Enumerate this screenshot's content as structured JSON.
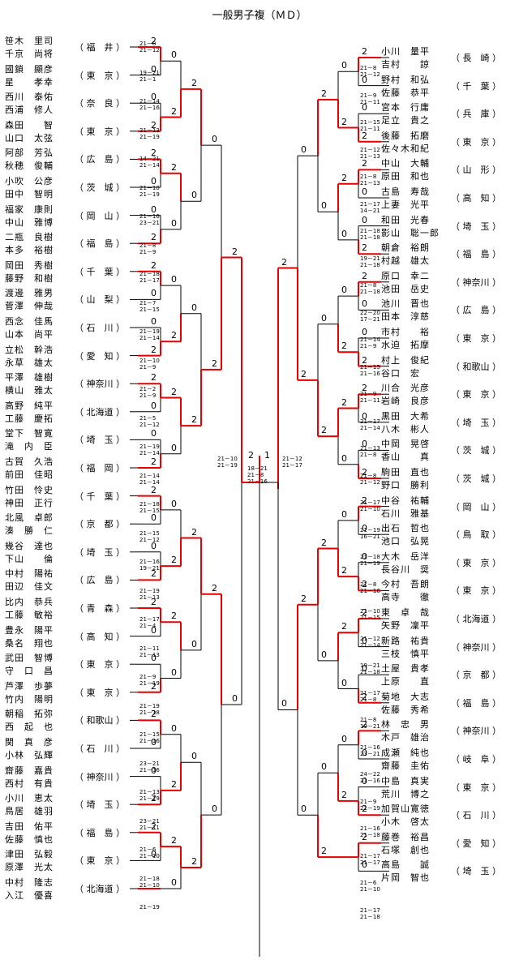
{
  "title": "一般男子複（ＭＤ）",
  "left_teams": [
    {
      "p1": "笹木　里司",
      "p2": "千京　尚将",
      "pref": "福　井"
    },
    {
      "p1": "國鎖　顯彦",
      "p2": "星　　孝幸",
      "pref": "東　京"
    },
    {
      "p1": "西川　泰佑",
      "p2": "西浦　修人",
      "pref": "奈　良"
    },
    {
      "p1": "森田　　智",
      "p2": "山口　太弦",
      "pref": "東　京"
    },
    {
      "p1": "阿部　芳弘",
      "p2": "秋穂　俊輔",
      "pref": "広　島"
    },
    {
      "p1": "小吹　公彦",
      "p2": "田中　智明",
      "pref": "茨　城"
    },
    {
      "p1": "福家　康則",
      "p2": "中山　雅博",
      "pref": "岡　山"
    },
    {
      "p1": "二瓶　良樹",
      "p2": "本多　裕樹",
      "pref": "福　島"
    },
    {
      "p1": "岡田　秀樹",
      "p2": "藤野　和樹",
      "pref": "千　葉"
    },
    {
      "p1": "渡邊　雅男",
      "p2": "菅澤　伸哉",
      "pref": "山　梨"
    },
    {
      "p1": "西念　佳馬",
      "p2": "山本　尚平",
      "pref": "石　川"
    },
    {
      "p1": "立松　幹浩",
      "p2": "永草　雄太",
      "pref": "愛　知"
    },
    {
      "p1": "平澤　雄樹",
      "p2": "横山　雅太",
      "pref": "神奈川"
    },
    {
      "p1": "高野　純平",
      "p2": "工藤　慶拓",
      "pref": "北海道"
    },
    {
      "p1": "堂下　智寛",
      "p2": "滝　内　臣",
      "pref": "埼　玉"
    },
    {
      "p1": "古賀　久浩",
      "p2": "前田　佳昭",
      "pref": "福　岡"
    },
    {
      "p1": "竹田　怜史",
      "p2": "神田　正行",
      "pref": "千　葉"
    },
    {
      "p1": "北風　卓郎",
      "p2": "湊　勝　仁",
      "pref": "京　都"
    },
    {
      "p1": "幾谷　達也",
      "p2": "下山　　倫",
      "pref": "埼　玉"
    },
    {
      "p1": "中村　陽祐",
      "p2": "田辺　佳文",
      "pref": "広　島"
    },
    {
      "p1": "比内　恭兵",
      "p2": "工藤　敏裕",
      "pref": "青　森"
    },
    {
      "p1": "豊永　陽平",
      "p2": "桑名　翔也",
      "pref": "高　知"
    },
    {
      "p1": "武田　智博",
      "p2": "守　口　昌",
      "pref": "東　京"
    },
    {
      "p1": "芦澤　歩夢",
      "p2": "竹内　陽明",
      "pref": "東　京"
    },
    {
      "p1": "朝稲　拓弥",
      "p2": "西　起　也",
      "pref": "和歌山"
    },
    {
      "p1": "関　真　彦",
      "p2": "小林　弘輝",
      "pref": "石　川"
    },
    {
      "p1": "齋藤　嘉貴",
      "p2": "西村　有貴",
      "pref": "神奈川"
    },
    {
      "p1": "小川　恵太",
      "p2": "鳥居　雄羽",
      "pref": "埼　玉"
    },
    {
      "p1": "吉田　佑平",
      "p2": "佐藤　慎也",
      "pref": "福　島"
    },
    {
      "p1": "津田　弘毅",
      "p2": "原澤　光太",
      "pref": "東　京"
    },
    {
      "p1": "中村　隆志",
      "p2": "入江　優喜",
      "pref": "北海道"
    }
  ],
  "right_teams": [
    {
      "p1": "小川　量平",
      "p2": "吉村　　諒",
      "pref": "長　崎"
    },
    {
      "p1": "野村　和弘",
      "p2": "佐藤　恭平",
      "pref": "千　葉"
    },
    {
      "p1": "宮本　行庸",
      "p2": "足立　貴之",
      "pref": "兵　庫"
    },
    {
      "p1": "後藤　拓磨",
      "p2": "佐々木和紀",
      "pref": "東　京"
    },
    {
      "p1": "中山　大輔",
      "p2": "原田　和也",
      "pref": "山　形"
    },
    {
      "p1": "古島　寿哉",
      "p2": "上妻　光平",
      "pref": "高　知"
    },
    {
      "p1": "和田　光春",
      "p2": "影山　聡一郎",
      "pref": "埼　玉"
    },
    {
      "p1": "朝倉　裕朗",
      "p2": "村越　雄太",
      "pref": "福　島"
    },
    {
      "p1": "原口　幸二",
      "p2": "池田　岳史",
      "pref": "神奈川"
    },
    {
      "p1": "池川　晋也",
      "p2": "田本　淳慈",
      "pref": "広　島"
    },
    {
      "p1": "市村　　裕",
      "p2": "水迫　拓摩",
      "pref": "東　京"
    },
    {
      "p1": "村上　俊紀",
      "p2": "谷口　宏",
      "pref": "和歌山"
    },
    {
      "p1": "川合　光彦",
      "p2": "岩崎　良彦",
      "pref": "東　京"
    },
    {
      "p1": "黒田　大希",
      "p2": "八木　彬人",
      "pref": "埼　玉"
    },
    {
      "p1": "中岡　晃啓",
      "p2": "香山　　真",
      "pref": "茨　城"
    },
    {
      "p1": "駒田　直也",
      "p2": "野口　勝利",
      "pref": "茨　城"
    },
    {
      "p1": "中谷　祐輔",
      "p2": "石川　雅基",
      "pref": "岡　山"
    },
    {
      "p1": "出石　哲也",
      "p2": "池口　弘晃",
      "pref": "鳥　取"
    },
    {
      "p1": "大木　岳洋",
      "p2": "長谷川　奨",
      "pref": "東　京"
    },
    {
      "p1": "今村　吾朗",
      "p2": "高寺　　徹",
      "pref": "東　京"
    },
    {
      "p1": "東　卓　哉",
      "p2": "矢野　凜平",
      "pref": "北海道"
    },
    {
      "p1": "新路　祐貴",
      "p2": "三枝　慎平",
      "pref": "神奈川"
    },
    {
      "p1": "土屋　貴孝",
      "p2": "上原　　直",
      "pref": "京　都"
    },
    {
      "p1": "菊地　大志",
      "p2": "佐藤　秀希",
      "pref": "福　島"
    },
    {
      "p1": "林　忠　男",
      "p2": "木戸　雄治",
      "pref": "神奈川"
    },
    {
      "p1": "成瀬　純也",
      "p2": "齋藤　圭佑",
      "pref": "岐　阜"
    },
    {
      "p1": "中島　真実",
      "p2": "荒川　博之",
      "pref": "東　京"
    },
    {
      "p1": "加賀山寛徳",
      "p2": "小木　啓太",
      "pref": "石　川"
    },
    {
      "p1": "藤巻　裕昌",
      "p2": "石塚　創也",
      "pref": "愛　知"
    },
    {
      "p1": "高島　　誠",
      "p2": "片岡　智也",
      "pref": "埼　玉"
    }
  ],
  "left_scores": [
    "21－8",
    "21－12",
    "19－21",
    "21－1",
    "21－14",
    "21－16",
    "21－13",
    "21－19",
    "14－21",
    "21－14",
    "21－10",
    "21－19",
    "21－16",
    "23－21",
    "21－8",
    "21－9",
    "21－18",
    "21－17",
    "21－7",
    "21－15",
    "21－19",
    "21－14",
    "21－10",
    "21－9",
    "21－2",
    "21－9",
    "21－5",
    "21－12",
    "21－19",
    "21－14",
    "21－14",
    "21－14",
    "21－18",
    "21－15",
    "21－15",
    "21－12",
    "21－16",
    "19－21",
    "21－19",
    "21－13",
    "21－17",
    "21－4",
    "21－11",
    "21－13",
    "21－9",
    "21－19",
    "21－19",
    "21－18",
    "21－15",
    "21－16",
    "23－21",
    "21－16",
    "21－13",
    "21－19",
    "23－21",
    "21－11",
    "21－6",
    "21－10",
    "21－18",
    "21－10",
    "21－19"
  ],
  "right_scores": [
    "21－8",
    "21－12",
    "21－9",
    "21－11",
    "21－15",
    "21－11",
    "21－12",
    "21－13",
    "21－8",
    "21－13",
    "21－17",
    "14－21",
    "21－18",
    "21－18",
    "19－21",
    "21－18",
    "21－8",
    "21－18",
    "22－20",
    "17－21",
    "21－14",
    "21－9",
    "21－15",
    "21－16",
    "21－9",
    "21－11",
    "21－17",
    "21－14",
    "21－13",
    "21－8",
    "21－8",
    "21－12",
    "21－17",
    "21－10",
    "21－19",
    "16－21",
    "21－18",
    "21－19",
    "21－8",
    "21－16",
    "21－10",
    "21－15",
    "21－12",
    "21－14",
    "19－21",
    "21－18",
    "21－17",
    "21－8",
    "21－8",
    "19－21",
    "21－16",
    "23－21",
    "24－22",
    "21－16",
    "21－9",
    "21－19",
    "21－16",
    "21－18",
    "21－17",
    "21－17",
    "21－6",
    "21－10",
    "21－17",
    "21－18"
  ],
  "final": {
    "left_result": "2",
    "right_result": "1",
    "left_sf": "21－10\n21－19",
    "right_sf": "21－12\n21－17",
    "scores": "18－21\n21－8\n21－16"
  },
  "colors": {
    "winner": "#e60000",
    "line": "#000000"
  }
}
